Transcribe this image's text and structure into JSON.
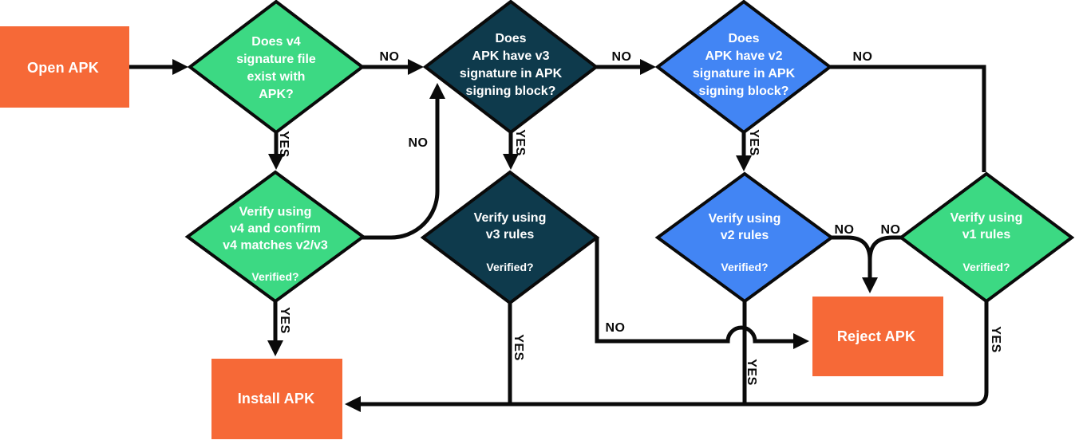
{
  "colors": {
    "orange": "#F66937",
    "green": "#3CD983",
    "navy": "#0E3A4C",
    "blue": "#4285F4",
    "line": "#0A0A0A",
    "text": "#FFFFFF"
  },
  "labels": {
    "yes": "YES",
    "no": "NO"
  },
  "nodes": {
    "open_apk": {
      "label": "Open APK"
    },
    "q_v4": {
      "label": "Does v4\nsignature file\nexist with\nAPK?"
    },
    "q_v3": {
      "label": "Does\nAPK have v3\nsignature in APK\nsigning block?"
    },
    "q_v2": {
      "label": "Does\nAPK have v2\nsignature in APK\nsigning block?"
    },
    "verify_v4": {
      "label": "Verify using\nv4 and confirm\nv4 matches v2/v3",
      "sub": "Verified?"
    },
    "verify_v3": {
      "label": "Verify using\nv3 rules",
      "sub": "Verified?"
    },
    "verify_v2": {
      "label": "Verify using\nv2 rules",
      "sub": "Verified?"
    },
    "verify_v1": {
      "label": "Verify using\nv1 rules",
      "sub": "Verified?"
    },
    "install_apk": {
      "label": "Install APK"
    },
    "reject_apk": {
      "label": "Reject APK"
    }
  },
  "edges": [
    {
      "from": "open_apk",
      "to": "q_v4",
      "label": ""
    },
    {
      "from": "q_v4",
      "to": "q_v3",
      "label": "NO"
    },
    {
      "from": "q_v4",
      "to": "verify_v4",
      "label": "YES"
    },
    {
      "from": "q_v3",
      "to": "q_v2",
      "label": "NO"
    },
    {
      "from": "q_v3",
      "to": "verify_v3",
      "label": "YES"
    },
    {
      "from": "q_v2",
      "to": "verify_v1",
      "label": "NO"
    },
    {
      "from": "q_v2",
      "to": "verify_v2",
      "label": "YES"
    },
    {
      "from": "verify_v4",
      "to": "q_v3",
      "label": "NO"
    },
    {
      "from": "verify_v4",
      "to": "install_apk",
      "label": "YES"
    },
    {
      "from": "verify_v3",
      "to": "reject_apk",
      "label": "NO"
    },
    {
      "from": "verify_v3",
      "to": "install_apk",
      "label": "YES"
    },
    {
      "from": "verify_v2",
      "to": "reject_apk",
      "label": "NO"
    },
    {
      "from": "verify_v2",
      "to": "install_apk",
      "label": "YES"
    },
    {
      "from": "verify_v1",
      "to": "reject_apk",
      "label": "NO"
    },
    {
      "from": "verify_v1",
      "to": "install_apk",
      "label": "YES"
    }
  ]
}
